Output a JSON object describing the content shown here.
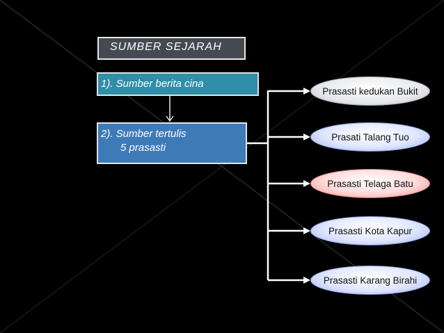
{
  "title": "SUMBER SEJARAH",
  "box1": "1). Sumber berita cina",
  "box2": {
    "line1": "2). Sumber tertulis",
    "line2": "5 prasasti"
  },
  "prasasti": [
    "Prasasti kedukan Bukit",
    "Prasati Talang Tuo",
    "Prasasti Telaga Batu",
    "Prasasti Kota Kapur",
    "Prasasti Karang Birahi"
  ],
  "colors": {
    "background": "#000000",
    "box1": "#2f8ea8",
    "box2": "#3f7ab8",
    "ellipse_red": "#ffd9d9",
    "ellipse_blue": "#dfe6ff",
    "ellipse_grey": "#e6e8ec"
  }
}
